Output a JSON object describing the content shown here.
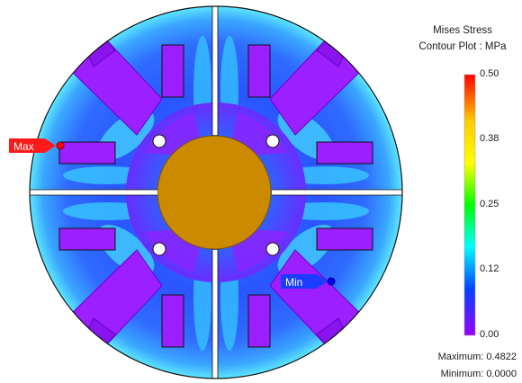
{
  "legend": {
    "title_line1": "Mises Stress",
    "title_line2": "Contour Plot : MPa",
    "ticks": [
      "0.50",
      "0.38",
      "0.25",
      "0.12",
      "0.00"
    ],
    "colors": [
      "#ff0000",
      "#ffff00",
      "#00ff00",
      "#00ffff",
      "#0000ff",
      "#9900ff"
    ]
  },
  "stats": {
    "maximum": "Maximum: 0.4822",
    "minimum": "Minimum: 0.0000"
  },
  "markers": {
    "max_label": "Max",
    "min_label": "Min",
    "max_color": "#ff1a1a",
    "min_color": "#1a3cff"
  },
  "model": {
    "outer_ring_color": "#2a55ff",
    "low_stress_color": "#9b1fff",
    "hub_color": "#cc8a00"
  }
}
